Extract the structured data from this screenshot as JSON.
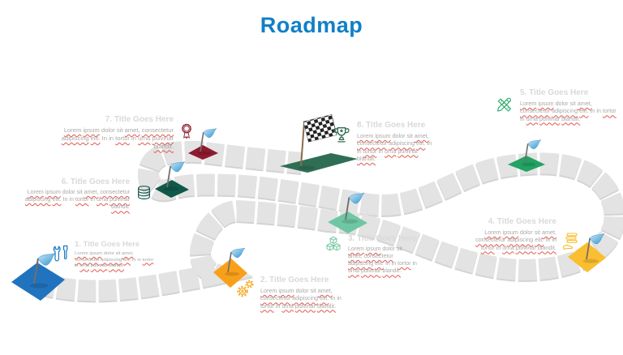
{
  "title": {
    "text": "Roadmap"
  },
  "colors": {
    "title": "#1080C8",
    "milestone_title": "#D9D9D9",
    "body_text": "#A9A9A9",
    "squiggle": "#E2574C",
    "road": "#E3E3E3",
    "flag_blue_light": "#C9E9F8",
    "flag_blue_dark": "#2F93CE",
    "checker_dark": "#222222",
    "checker_light": "#FFFFFF"
  },
  "body_unmarked_words": [
    "dolor",
    "sit",
    "In",
    "in"
  ],
  "milestones": [
    {
      "num": 1,
      "title": "1. Title Goes Here",
      "body": "Lorem ipsum dolor sit amet, consectetur adipiscing elit. In in tortor in urna pulvinar blandit.",
      "icon": "tools-icon",
      "accent": "#1779C4",
      "platform": "#2173BE",
      "marker": "blue-flag"
    },
    {
      "num": 2,
      "title": "2. Title Goes Here",
      "body": "Lorem ipsum dolor sit amet, consectetur adipiscing elit. In in tortor in urna pulvinar blandit.",
      "icon": "gears-icon",
      "accent": "#F6A81C",
      "platform": "#F9A01B",
      "marker": "blue-flag"
    },
    {
      "num": 3,
      "title": "3. Title Goes Here",
      "body": "Lorem ipsum dolor sit amet, consectetur adipiscing elit. In in tortor in urna pulvinar blandit.",
      "icon": "cubes-icon",
      "accent": "#7CC9A6",
      "platform": "#6FC6A3",
      "marker": "blue-flag"
    },
    {
      "num": 4,
      "title": "4. Title Goes Here",
      "body": "Lorem ipsum dolor sit amet, consectetur adipiscing elit. In in tortor in urna pulvinar blandit.",
      "icon": "money-icon",
      "accent": "#F8BD2B",
      "platform": "#FBBE30",
      "marker": "blue-flag"
    },
    {
      "num": 5,
      "title": "5. Title Goes Here",
      "body": "Lorem ipsum dolor sit amet, consectetur adipiscing elit. In in tortor in urna pulvinar blandit.",
      "icon": "design-icon",
      "accent": "#28A96B",
      "platform": "#22A263",
      "marker": "blue-flag"
    },
    {
      "num": 6,
      "title": "6. Title Goes Here",
      "body": "Lorem ipsum dolor sit amet, consectetur adipiscing elit. In in tortor in urna pulvinar blandit.",
      "icon": "database-icon",
      "accent": "#14584C",
      "platform": "#11584A",
      "marker": "blue-flag"
    },
    {
      "num": 7,
      "title": "7. Title Goes Here",
      "body": "Lorem ipsum dolor sit amet, consectetur adipiscing elit. In in tortor in urna pulvinar blandit.",
      "icon": "medal-icon",
      "accent": "#8E1C2E",
      "platform": "#8E1C2E",
      "marker": "blue-flag"
    },
    {
      "num": 8,
      "title": "8. Title Goes Here",
      "body": "Lorem ipsum dolor sit amet, consectetur adipiscing elit. In in tortor in urna pulvinar blandit.",
      "icon": "trophy-icon",
      "accent": "#2F6E55",
      "platform": "#2F6E55",
      "marker": "checkered-flag"
    }
  ]
}
